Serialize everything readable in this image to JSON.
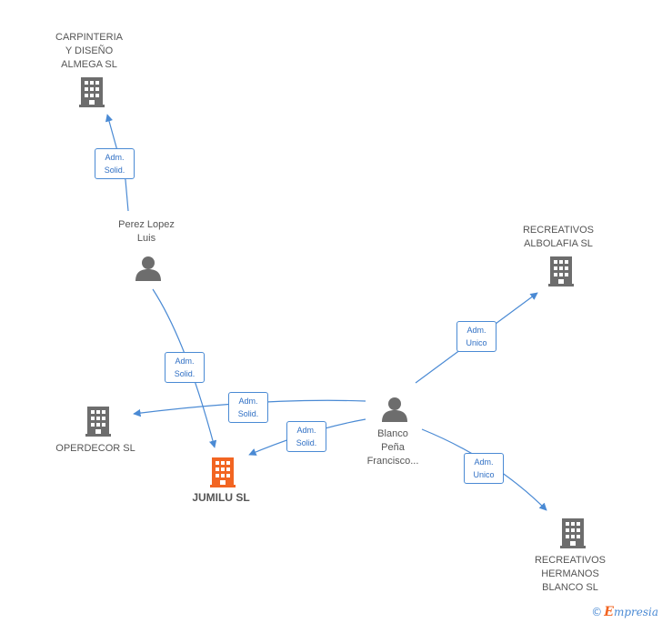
{
  "nodes": {
    "carpinteria": {
      "label": "CARPINTERIA\nY DISEÑO\nALMEGA SL",
      "type": "company"
    },
    "perez": {
      "label": "Perez Lopez\nLuis",
      "type": "person"
    },
    "recreativos_albolafia": {
      "label": "RECREATIVOS\nALBOLAFIA SL",
      "type": "company"
    },
    "operdecor": {
      "label": "OPERDECOR SL",
      "type": "company"
    },
    "jumilu": {
      "label": "JUMILU SL",
      "type": "company-focus"
    },
    "blanco": {
      "label": "Blanco\nPeña\nFrancisco...",
      "type": "person"
    },
    "recreativos_hermanos": {
      "label": "RECREATIVOS\nHERMANOS\nBLANCO SL",
      "type": "company"
    }
  },
  "edges": {
    "perez_carpinteria": {
      "label": "Adm.\nSolid."
    },
    "perez_jumilu": {
      "label": "Adm.\nSolid."
    },
    "blanco_operdecor": {
      "label": "Adm.\nSolid."
    },
    "blanco_jumilu": {
      "label": "Adm.\nSolid."
    },
    "blanco_albolafia": {
      "label": "Adm.\nUnico"
    },
    "blanco_hermanos": {
      "label": "Adm.\nUnico"
    }
  },
  "colors": {
    "company": "#6d6d6d",
    "focus": "#f26522",
    "edge": "#4a8ad4"
  },
  "icons": {
    "company": "building-icon",
    "person": "person-icon"
  },
  "footer": {
    "copyright": "©",
    "brand_initial": "E",
    "brand_rest": "mpresia"
  }
}
